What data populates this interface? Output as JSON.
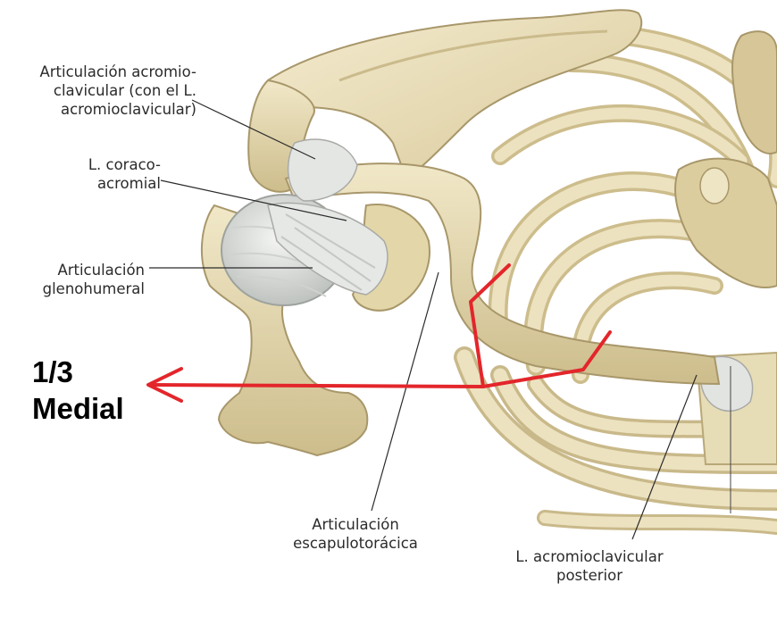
{
  "labels": {
    "acromio": [
      "Articulación acromio-",
      "clavicular (con el L.",
      "acromioclavicular)"
    ],
    "coraco": [
      "L. coraco-",
      "acromial"
    ],
    "gleno": [
      "Articulación",
      "glenohumeral"
    ],
    "escapulo": [
      "Articulación",
      "escapulotorácica"
    ],
    "posterior": [
      "L. acromioclavicular",
      "posterior"
    ]
  },
  "annotation": {
    "fraction": "1/3",
    "word": "Medial",
    "color": "#e3262b"
  },
  "colors": {
    "bone": "#ece2bf",
    "bone_shadow": "#c9b98a",
    "bone_dark": "#a8976a",
    "ligament": "#e4e6e4",
    "background": "#ffffff"
  }
}
